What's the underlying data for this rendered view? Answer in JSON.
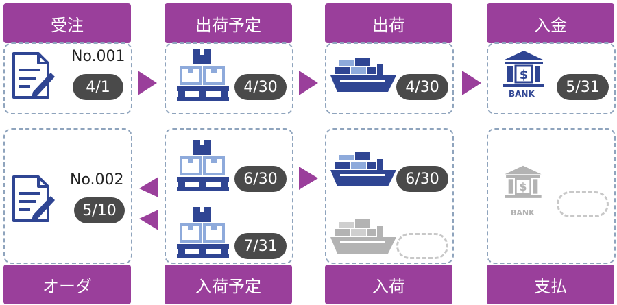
{
  "headers": {
    "order_received": "受注",
    "ship_plan": "出荷予定",
    "ship": "出荷",
    "payment_in": "入金",
    "order": "オーダ",
    "receive_plan": "入荷予定",
    "receive": "入荷",
    "payment_out": "支払"
  },
  "row1": {
    "order_no": "No.001",
    "order_date": "4/1",
    "ship_plan_date": "4/30",
    "ship_date": "4/30",
    "payment_date": "5/31",
    "bank_text": "BANK"
  },
  "row2": {
    "order_no": "No.002",
    "order_date": "5/10",
    "receive_plan_date_1": "6/30",
    "receive_plan_date_2": "7/31",
    "receive_date": "6/30",
    "bank_text": "BANK"
  },
  "colors": {
    "header": "#9a3f9b",
    "arrow": "#9a3f9b",
    "pill": "#4a4a4a",
    "icon_dark": "#2f4593",
    "icon_light": "#8eaadb",
    "inactive": "#b3b3b3"
  }
}
